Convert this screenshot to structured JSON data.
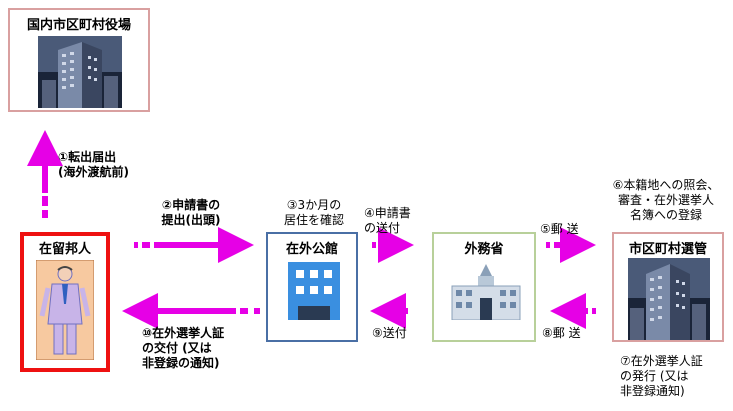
{
  "boxes": {
    "domestic_office": "国内市区町村役場",
    "resident": "在留邦人",
    "embassy": "在外公館",
    "mofa": "外務省",
    "election_commission": "市区町村選管"
  },
  "arrows": {
    "move_out": [
      "①転出届出",
      "(海外渡航前)"
    ],
    "application_submit": [
      "②申請書の",
      "提出(出頭)"
    ],
    "confirm_residence": [
      "③3か月の",
      "居住を確認"
    ],
    "forward_application": [
      "④申請書",
      "の送付"
    ],
    "mail_to_commission": "⑤郵 送",
    "inquiry": [
      "⑥本籍地への照会、",
      "審査・在外選挙人",
      "名簿への登録"
    ],
    "certificate_issue": [
      "⑦在外選挙人証",
      "の発行 (又は",
      "非登録通知)"
    ],
    "mail_back": "⑧郵 送",
    "send_back": "⑨送付",
    "certificate_deliver": [
      "⑩在外選挙人証",
      "の交付 (又は",
      "非登録の通知)"
    ]
  },
  "colors": {
    "arrow": "#e600e6",
    "pink_border": "#d9a0a0",
    "red_border": "#ee1111",
    "blue_border": "#4a6fa5",
    "green_border": "#b8d09a"
  }
}
